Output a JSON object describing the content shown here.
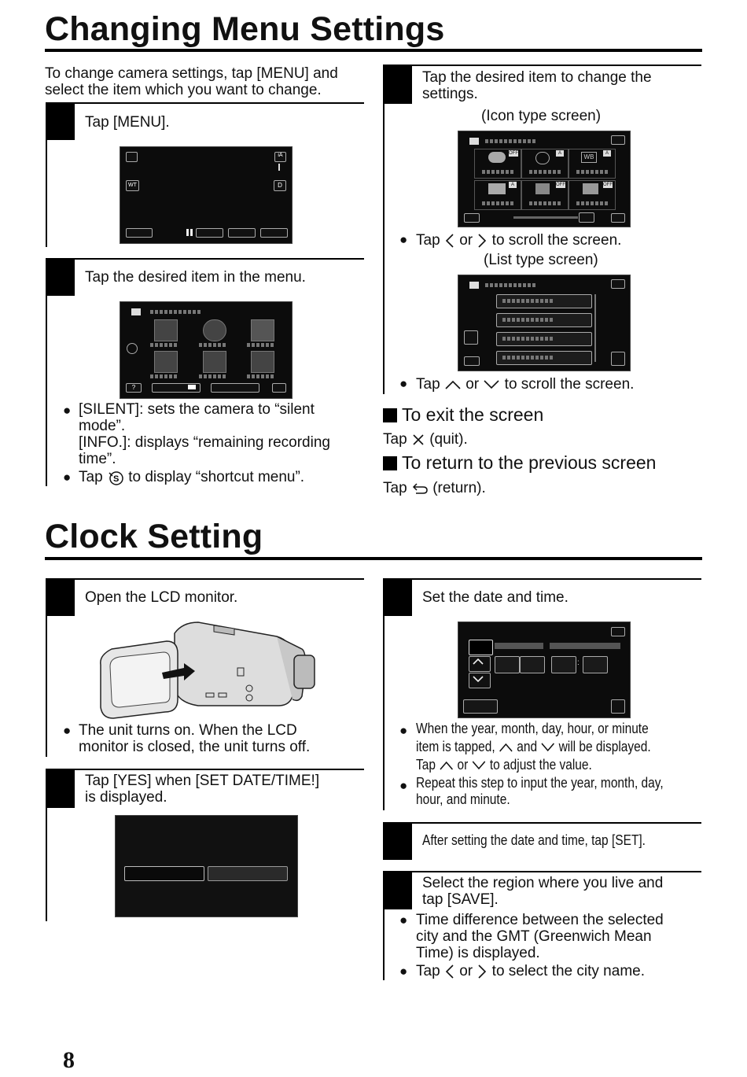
{
  "menu_section": {
    "title": "Changing Menu Settings",
    "intro": [
      "To change camera settings, tap [MENU] and",
      "select the item which you want to change."
    ],
    "step1": "Tap [MENU].",
    "step2": "Tap the desired item in the menu.",
    "step2_notes": [
      "[SILENT]: sets the camera to “silent",
      "mode”.",
      "[INFO.]: displays “remaining recording",
      "time”."
    ],
    "step2_note2": [
      "Tap",
      "to display “shortcut menu”."
    ],
    "step3": [
      "Tap the desired item to change the",
      "settings."
    ],
    "icon_type": "(Icon type screen)",
    "scroll1": [
      "Tap",
      "or",
      "to scroll the screen."
    ],
    "list_type": "(List type screen)",
    "scroll2": [
      "Tap",
      "or",
      "to scroll the screen."
    ],
    "exit_heading": "To exit the screen",
    "exit_text": [
      "Tap",
      "(quit)."
    ],
    "return_heading": "To return to the previous screen",
    "return_text": [
      "Tap",
      "(return)."
    ]
  },
  "clock_section": {
    "title": "Clock Setting",
    "step1": "Open the LCD monitor.",
    "step1_note": [
      "The unit turns on. When the LCD",
      "monitor is closed, the unit turns off."
    ],
    "step2": [
      "Tap [YES] when [SET DATE/TIME!]",
      "is displayed."
    ],
    "step3": "Set the date and time.",
    "step3_note1": [
      "When the year, month, day, hour, or minute",
      "item is tapped,",
      "and",
      "will be displayed.",
      "Tap",
      "or",
      "to adjust the value."
    ],
    "step3_note2": [
      "Repeat this step to input the year, month, day,",
      "hour, and minute."
    ],
    "step4": "After setting the date and time, tap [SET].",
    "step5": [
      "Select the region where you live and",
      "tap [SAVE]."
    ],
    "step5_note1": [
      "Time difference between the selected",
      "city and the GMT (Greenwich Mean",
      "Time) is displayed."
    ],
    "step5_note2": [
      "Tap",
      "or",
      "to select the city name."
    ]
  },
  "screens": {
    "menu_labels": [
      "iA",
      "WT",
      "D",
      "?"
    ],
    "icon_badges": [
      "OFF",
      "A",
      "WB",
      "A",
      "A",
      "OFF",
      "OFF"
    ],
    "time_separator": ":"
  },
  "page_number": "8"
}
